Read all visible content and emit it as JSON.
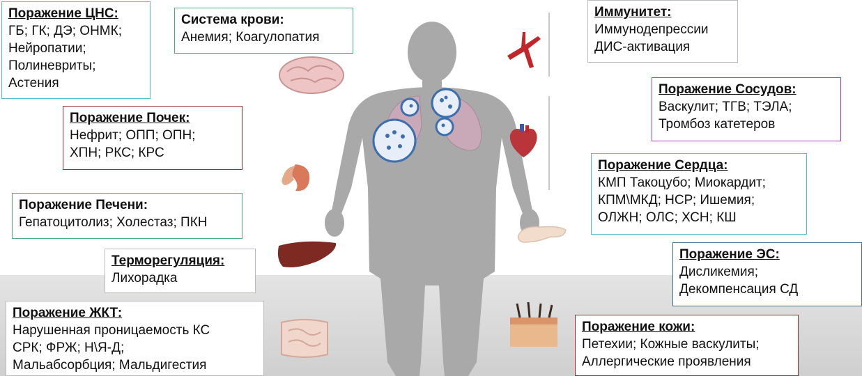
{
  "boxes": {
    "cns": {
      "title": "Поражение ЦНС:",
      "lines": [
        "ГБ; ГК; ДЭ; ОНМК;",
        "Нейропатии;",
        "Полиневриты;",
        "Астения"
      ]
    },
    "blood": {
      "title": "Система крови:",
      "lines": [
        "Анемия; Коагулопатия"
      ]
    },
    "kidney": {
      "title": "Поражение Почек:",
      "lines": [
        "Нефрит; ОПП; ОПН;",
        "ХПН; РКС; КРС"
      ]
    },
    "liver": {
      "title": "Поражение Печени:",
      "lines": [
        "Гепатоцитолиз; Холестаз; ПКН"
      ]
    },
    "thermo": {
      "title": "Терморегуляция:",
      "lines": [
        "Лихорадка"
      ]
    },
    "git": {
      "title": "Поражение ЖКТ:",
      "lines": [
        "Нарушенная проницаемость КС",
        "СРК; ФРЖ; Н\\Я-Д;",
        "Мальабсорбция; Мальдигестия"
      ]
    },
    "immunity": {
      "title": "Иммунитет:",
      "lines": [
        "Иммунодепрессии",
        "ДИС-активация"
      ]
    },
    "vessels": {
      "title": "Поражение Сосудов:",
      "lines": [
        "Васкулит;  ТГВ; ТЭЛА;",
        "Тромбоз катетеров"
      ]
    },
    "heart": {
      "title": "Поражение Сердца:",
      "lines": [
        "КМП Такоцубо; Миокардит;",
        "КПМ\\МКД; НСР; Ишемия;",
        "ОЛЖН; ОЛС; ХСН; КШ"
      ]
    },
    "endo": {
      "title": "Поражение ЭС:",
      "lines": [
        "Дисликемия;",
        "Декомпенсация СД"
      ]
    },
    "skin": {
      "title": "Поражение кожи:",
      "lines": [
        "Петехии; Кожные васкулиты;",
        "Аллергические проявления"
      ]
    }
  },
  "colors": {
    "body": "#a9a9a9",
    "lungs": "#c9a9b7",
    "virus": "#3d6fb0"
  },
  "icons": [
    "brain-icon",
    "kidney-icon",
    "liver-icon",
    "intestine-icon",
    "artery-icon",
    "heart-icon",
    "pancreas-icon",
    "skin-icon",
    "virus-icon"
  ]
}
